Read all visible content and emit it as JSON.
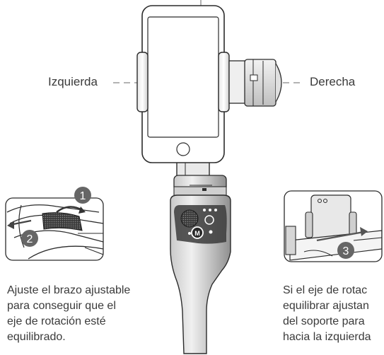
{
  "labels": {
    "left": "Izquierda",
    "right": "Derecha"
  },
  "steps": [
    {
      "number": "1"
    },
    {
      "number": "2"
    },
    {
      "number": "3"
    }
  ],
  "captions": {
    "left": [
      "Ajuste el brazo ajustable",
      "para conseguir que el",
      "eje de rotación esté",
      "equilibrado."
    ],
    "right": [
      "Si el eje de rotac",
      "equilibrar ajustan",
      "del soporte para",
      "hacia la izquierda"
    ]
  },
  "colors": {
    "line": "#2b2b2b",
    "dashed_axis": "#9a9a9a",
    "step_badge": "#666666",
    "handle_dark": "#4a4a4a",
    "handle_light": "#d8d8d8",
    "text": "#3a3a3a"
  }
}
